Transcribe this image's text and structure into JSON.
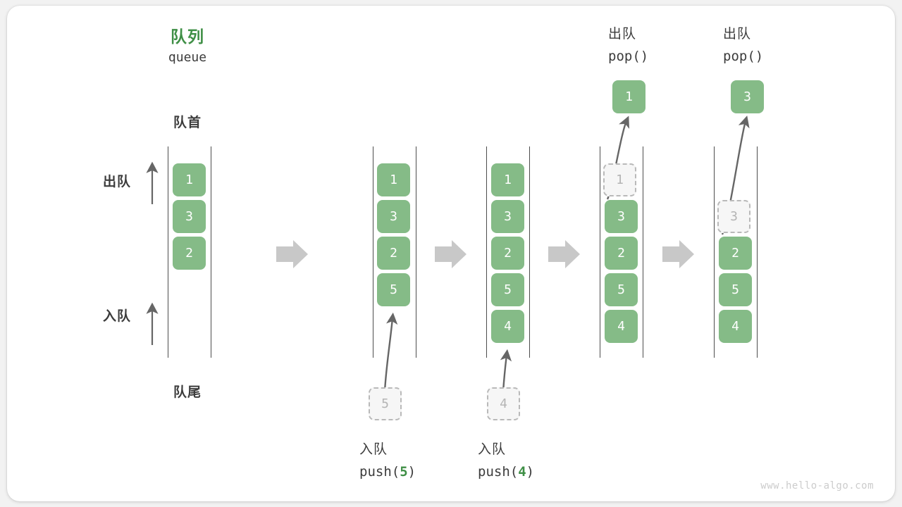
{
  "diagram": {
    "title_cn": "队列",
    "title_code": "queue",
    "front_label": "队首",
    "rear_label": "队尾",
    "side_labels": {
      "dequeue": "出队",
      "enqueue": "入队"
    },
    "watermark": "www.hello-algo.com",
    "colors": {
      "node_green": "#85bb87",
      "title_green": "#3f8f46",
      "ghost_fill": "#f6f6f6",
      "ghost_border": "#b9b9b9",
      "rail": "#4d4d4d",
      "arrow_gray": "#c8c8c8",
      "text_dark": "#3c3c3c",
      "watermark_gray": "#cccccc",
      "card_bg": "#ffffff",
      "page_bg": "#f2f2f2"
    },
    "columns": [
      {
        "name": "initial",
        "items": [
          {
            "value": "1",
            "state": "filled"
          },
          {
            "value": "3",
            "state": "filled"
          },
          {
            "value": "2",
            "state": "filled"
          }
        ]
      },
      {
        "name": "after-push-5",
        "items": [
          {
            "value": "1",
            "state": "filled"
          },
          {
            "value": "3",
            "state": "filled"
          },
          {
            "value": "2",
            "state": "filled"
          },
          {
            "value": "5",
            "state": "filled"
          }
        ],
        "incoming": {
          "value": "5",
          "op_cn": "入队",
          "op_code_prefix": "push(",
          "op_code_arg": "5",
          "op_code_suffix": ")"
        }
      },
      {
        "name": "after-push-4",
        "items": [
          {
            "value": "1",
            "state": "filled"
          },
          {
            "value": "3",
            "state": "filled"
          },
          {
            "value": "2",
            "state": "filled"
          },
          {
            "value": "5",
            "state": "filled"
          },
          {
            "value": "4",
            "state": "filled"
          }
        ],
        "incoming": {
          "value": "4",
          "op_cn": "入队",
          "op_code_prefix": "push(",
          "op_code_arg": "4",
          "op_code_suffix": ")"
        }
      },
      {
        "name": "after-pop-1",
        "items": [
          {
            "value": "1",
            "state": "ghost"
          },
          {
            "value": "3",
            "state": "filled"
          },
          {
            "value": "2",
            "state": "filled"
          },
          {
            "value": "5",
            "state": "filled"
          },
          {
            "value": "4",
            "state": "filled"
          }
        ],
        "outgoing": {
          "value": "1",
          "op_cn": "出队",
          "op_code": "pop()"
        }
      },
      {
        "name": "after-pop-3",
        "items": [
          {
            "value": "",
            "state": "empty"
          },
          {
            "value": "3",
            "state": "ghost"
          },
          {
            "value": "2",
            "state": "filled"
          },
          {
            "value": "5",
            "state": "filled"
          },
          {
            "value": "4",
            "state": "filled"
          }
        ],
        "outgoing": {
          "value": "3",
          "op_cn": "出队",
          "op_code": "pop()"
        }
      }
    ],
    "step_arrows": 4
  }
}
